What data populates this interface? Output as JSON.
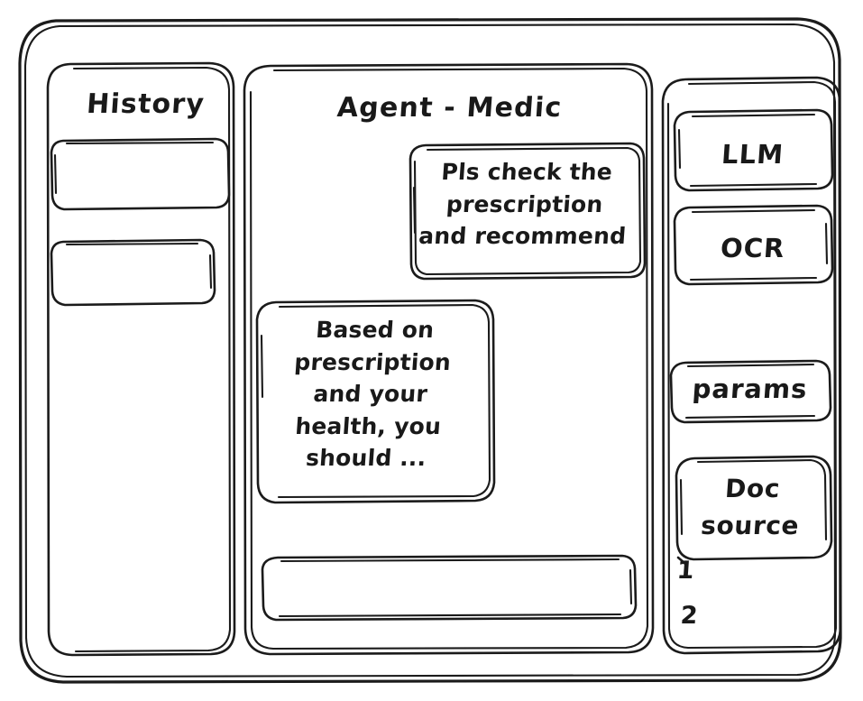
{
  "window": {
    "frame_label": "app-window"
  },
  "sidebar_left": {
    "title": "History",
    "items": [
      {
        "label": "",
        "name": "history-item-1"
      },
      {
        "label": "",
        "name": "history-item-2"
      }
    ]
  },
  "main": {
    "title": "Agent - Medic",
    "messages": [
      {
        "role": "user",
        "align": "right",
        "lines": [
          "Pls check the",
          "prescription",
          "and recommend"
        ],
        "text": "Pls check the prescription and recommend"
      },
      {
        "role": "assistant",
        "align": "left",
        "lines": [
          "Based on",
          "prescription",
          "and your",
          "health, you",
          "should ..."
        ],
        "text": "Based on prescription and your health, you should ..."
      }
    ],
    "composer": {
      "value": "",
      "placeholder": ""
    }
  },
  "sidebar_right": {
    "buttons": [
      {
        "label": "LLM",
        "name": "llm-button"
      },
      {
        "label": "OCR",
        "name": "ocr-button"
      },
      {
        "label": "params",
        "name": "params-button"
      }
    ],
    "doc_source": {
      "lines": [
        "Doc",
        "source"
      ],
      "label": "Doc source"
    },
    "doc_list": [
      {
        "label": "1"
      },
      {
        "label": "2"
      }
    ]
  },
  "style": {
    "ink": "#1b1b1b",
    "paper": "#ffffff"
  }
}
